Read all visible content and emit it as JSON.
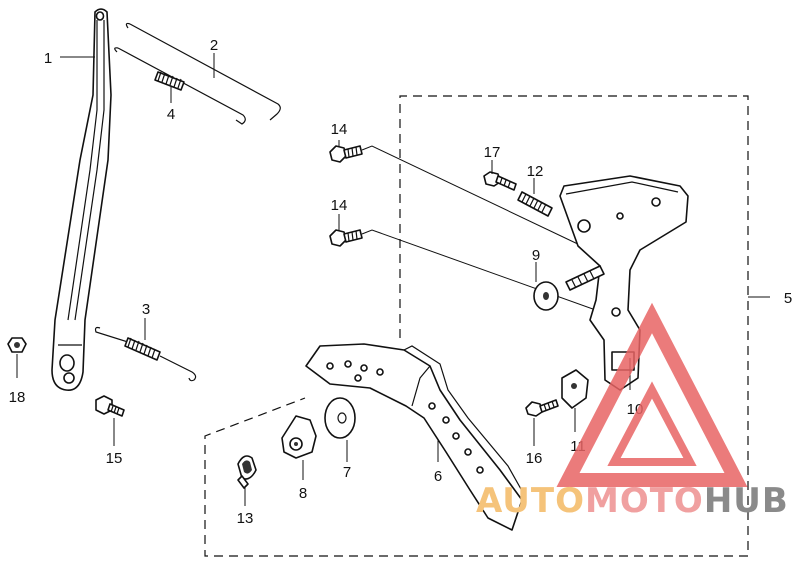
{
  "callouts": [
    {
      "id": "p1",
      "text": "1"
    },
    {
      "id": "p2",
      "text": "2"
    },
    {
      "id": "p3",
      "text": "3"
    },
    {
      "id": "p4",
      "text": "4"
    },
    {
      "id": "p5",
      "text": "5"
    },
    {
      "id": "p6",
      "text": "6"
    },
    {
      "id": "p7",
      "text": "7"
    },
    {
      "id": "p8",
      "text": "8"
    },
    {
      "id": "p9",
      "text": "9"
    },
    {
      "id": "p10",
      "text": "10"
    },
    {
      "id": "p11",
      "text": "11"
    },
    {
      "id": "p12",
      "text": "12"
    },
    {
      "id": "p13",
      "text": "13"
    },
    {
      "id": "p14a",
      "text": "14"
    },
    {
      "id": "p14b",
      "text": "14"
    },
    {
      "id": "p15",
      "text": "15"
    },
    {
      "id": "p16",
      "text": "16"
    },
    {
      "id": "p17",
      "text": "17"
    },
    {
      "id": "p18",
      "text": "18"
    }
  ],
  "watermark": {
    "part1": "AUTO",
    "part2": "MOTO",
    "part3": "HUB",
    "color1": "#f5c37a",
    "color2": "#f0a0a0",
    "color3": "#8a8a8a",
    "triangle_color": "#e86464"
  }
}
